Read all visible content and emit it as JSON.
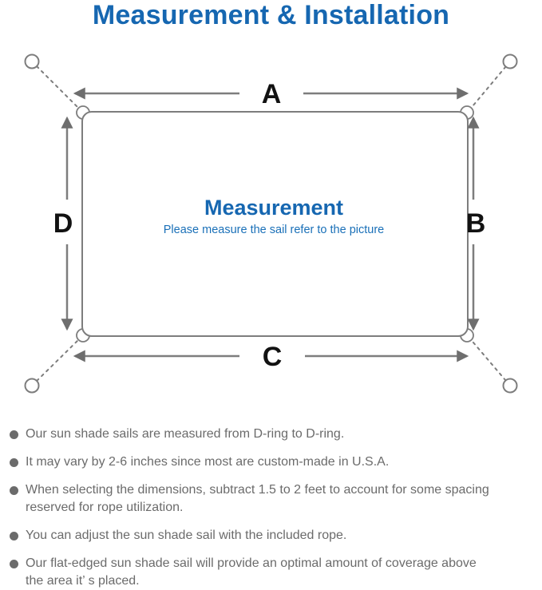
{
  "title": "Measurement & Installation",
  "colors": {
    "accent_blue": "#1667b1",
    "subtitle_blue": "#1a70b8",
    "line_gray": "#7d7d7d",
    "arrowhead_gray": "#6e6e6e",
    "bullet_text_gray": "#6b6b6b",
    "label_black": "#121212"
  },
  "diagram": {
    "labels": {
      "a": "A",
      "b": "B",
      "c": "C",
      "d": "D"
    },
    "center_heading": "Measurement",
    "center_subtitle": "Please measure the sail refer to the picture"
  },
  "bullets": [
    {
      "lines": [
        "Our sun shade sails are measured from D-ring to D-ring."
      ]
    },
    {
      "lines": [
        "It may vary by 2-6 inches since most are custom-made in U.S.A."
      ]
    },
    {
      "lines": [
        "When selecting the dimensions, subtract 1.5 to 2 feet to account for some spacing",
        "reserved for rope utilization."
      ]
    },
    {
      "lines": [
        "You can adjust the sun shade sail with the included rope."
      ]
    },
    {
      "lines": [
        "Our flat-edged sun shade sail will provide an optimal amount of coverage above",
        "the area it’ s placed."
      ]
    }
  ]
}
